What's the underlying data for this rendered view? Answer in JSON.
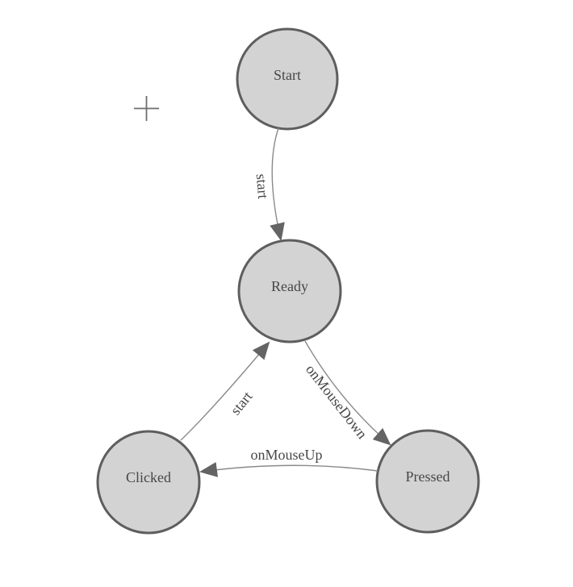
{
  "colors": {
    "canvas_bg": "#ffffff",
    "node_fill": "#d3d3d3",
    "node_stroke": "#5e5e5e",
    "label_text": "#474747",
    "edge_line": "#8a8a8a",
    "arrowhead": "#646464",
    "crosshair": "#6e6e6e"
  },
  "nodes": [
    {
      "id": "start",
      "label": "Start"
    },
    {
      "id": "ready",
      "label": "Ready"
    },
    {
      "id": "clicked",
      "label": "Clicked"
    },
    {
      "id": "pressed",
      "label": "Pressed"
    }
  ],
  "edges": [
    {
      "id": "start-to-ready",
      "from": "Start",
      "to": "Ready",
      "label": "start"
    },
    {
      "id": "ready-to-pressed",
      "from": "Ready",
      "to": "Pressed",
      "label": "onMouseDown"
    },
    {
      "id": "pressed-to-clicked",
      "from": "Pressed",
      "to": "Clicked",
      "label": "onMouseUp"
    },
    {
      "id": "clicked-to-ready",
      "from": "Clicked",
      "to": "Ready",
      "label": "start"
    }
  ],
  "origin_marker": {
    "icon": "plus-crosshair-icon"
  }
}
